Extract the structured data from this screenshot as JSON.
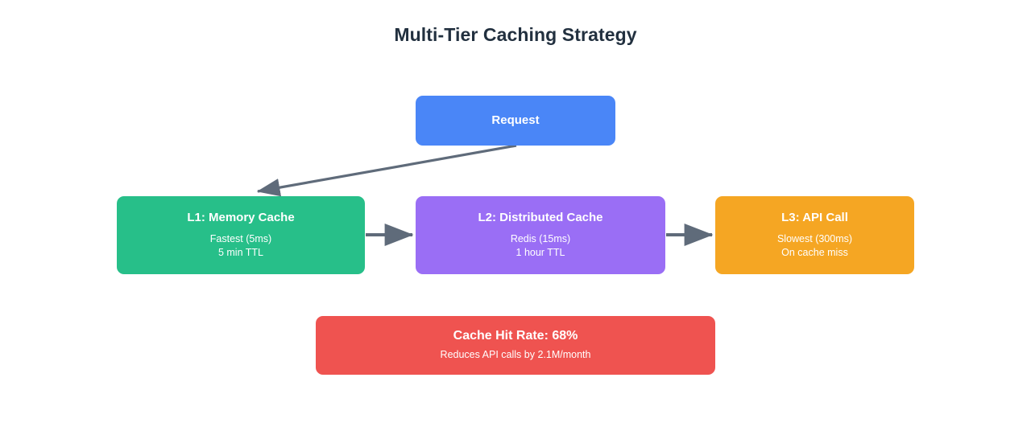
{
  "diagram": {
    "title": "Multi-Tier Caching Strategy",
    "background_color": "#ffffff",
    "title_color": "#22303f",
    "edge_color": "#5f6b7a"
  },
  "nodes": {
    "request": {
      "title": "Request",
      "color": "#4a86f7"
    },
    "l1": {
      "title": "L1: Memory Cache",
      "sub1": "Fastest (5ms)",
      "sub2": "5 min TTL",
      "color": "#27bf89"
    },
    "l2": {
      "title": "L2: Distributed Cache",
      "sub1": "Redis (15ms)",
      "sub2": "1 hour TTL",
      "color": "#9a6ef5"
    },
    "l3": {
      "title": "L3: API Call",
      "sub1": "Slowest (300ms)",
      "sub2": "On cache miss",
      "color": "#f5a623"
    },
    "summary": {
      "title": "Cache Hit Rate: 68%",
      "sub1": "Reduces API calls by 2.1M/month",
      "color": "#ef5350"
    }
  },
  "edges": [
    {
      "name": "request-to-l1",
      "from": "request",
      "to": "l1"
    },
    {
      "name": "l1-to-l2",
      "from": "l1",
      "to": "l2"
    },
    {
      "name": "l2-to-l3",
      "from": "l2",
      "to": "l3"
    }
  ]
}
